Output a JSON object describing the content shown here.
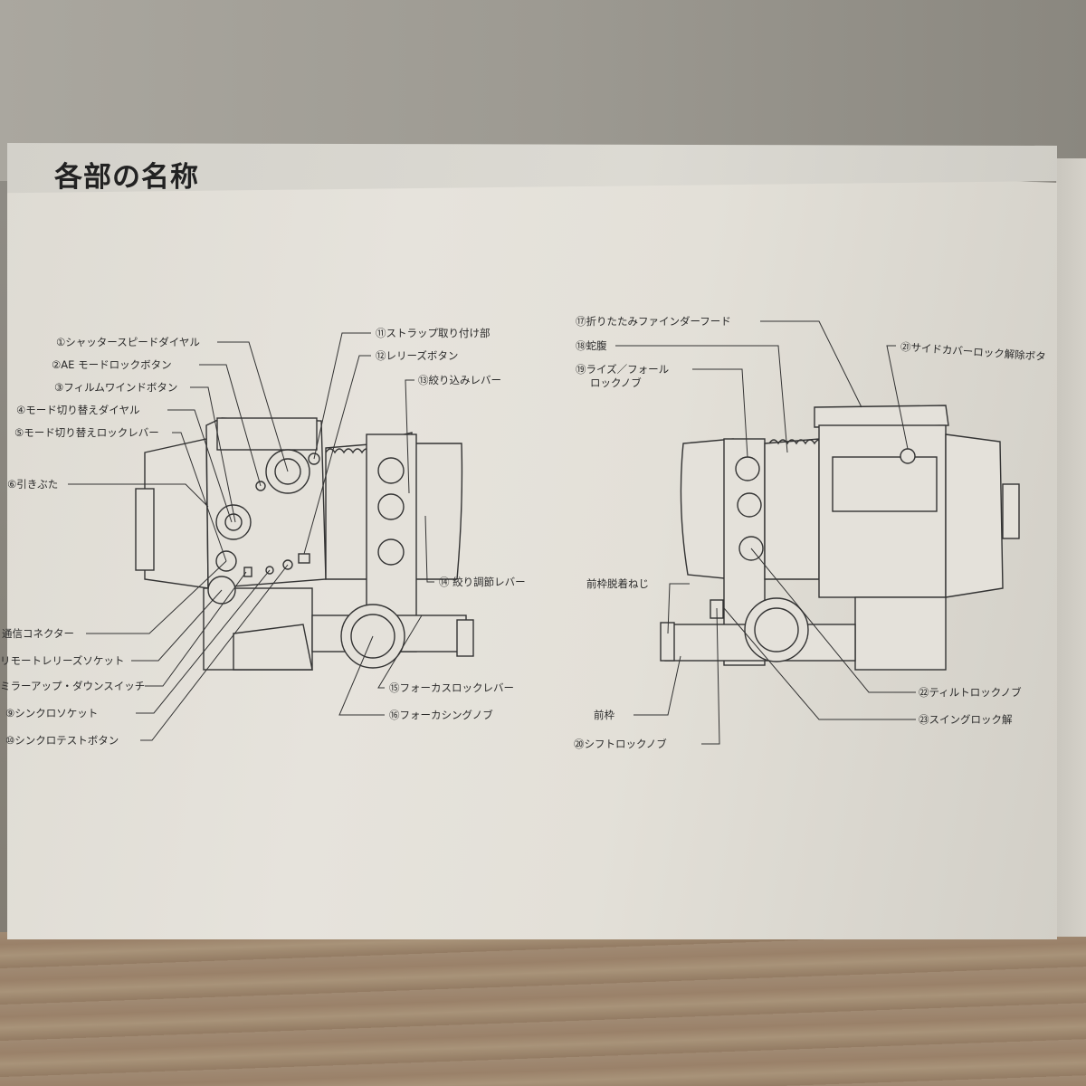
{
  "page_title": "各部の名称",
  "left_labels": {
    "l1": "①シャッタースピードダイヤル",
    "l2": "②AE モードロックボタン",
    "l3": "③フィルムワインドボタン",
    "l4": "④モード切り替えダイヤル",
    "l5": "⑤モード切り替えロックレバー",
    "l6": "⑥引きぶた",
    "l7": "通信コネクター",
    "l8a": "リモートレリーズソケット",
    "l8b": "ミラーアップ・ダウンスイッチ",
    "l9": "⑨シンクロソケット",
    "l10": "⑩シンクロテストボタン",
    "l11": "⑪ストラップ取り付け部",
    "l12": "⑫レリーズボタン",
    "l13": "⑬絞り込みレバー",
    "l14": "⑭ 絞り調節レバー",
    "l15": "⑮フォーカスロックレバー",
    "l16": "⑯フォーカシングノブ"
  },
  "right_labels": {
    "l17": "⑰折りたたみファインダーフード",
    "l18": "⑱蛇腹",
    "l19a": "⑲ライズ／フォール",
    "l19b": "ロックノブ",
    "l20": "⑳シフトロックノブ",
    "l21": "㉑サイドカバーロック解除ボタ",
    "front_screw": "前枠脱着ねじ",
    "front_frame": "前枠",
    "l22": "㉒ティルトロックノブ",
    "l23": "㉓スイングロック解"
  }
}
